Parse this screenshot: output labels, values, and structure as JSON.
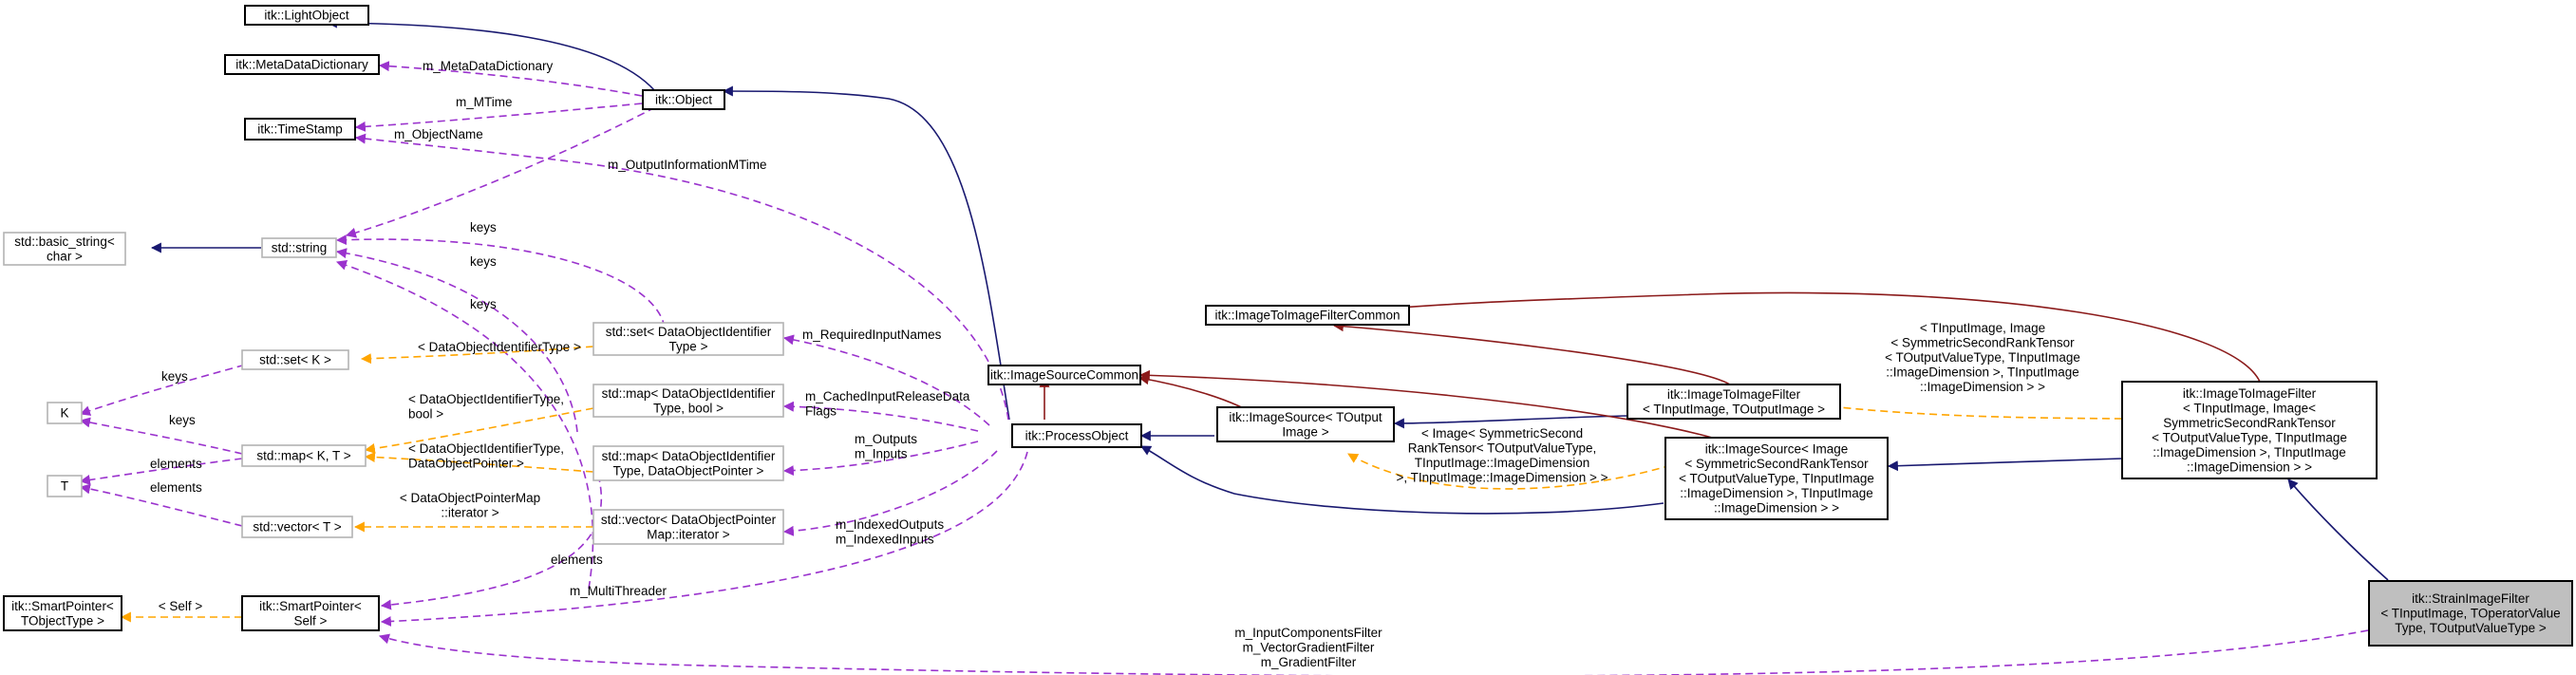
{
  "colors": {
    "public_inheritance": "#191970",
    "protected_inheritance": "#8b1a1a",
    "usage": "#9a32cd",
    "template_instance": "#ffa500",
    "highlight_fill": "#bfbfbf",
    "external_border": "#b3b3b3"
  },
  "nodes": {
    "light_object": {
      "lines": [
        "itk::LightObject"
      ]
    },
    "meta_data_dictionary": {
      "lines": [
        "itk::MetaDataDictionary"
      ]
    },
    "time_stamp": {
      "lines": [
        "itk::TimeStamp"
      ]
    },
    "object": {
      "lines": [
        "itk::Object"
      ]
    },
    "basic_string": {
      "lines": [
        "std::basic_string<",
        "char >"
      ]
    },
    "std_string": {
      "lines": [
        "std::string"
      ]
    },
    "k": {
      "lines": [
        "K"
      ]
    },
    "t": {
      "lines": [
        "T"
      ]
    },
    "std_set_k": {
      "lines": [
        "std::set< K >"
      ]
    },
    "std_map_kt": {
      "lines": [
        "std::map< K, T >"
      ]
    },
    "std_vector_t": {
      "lines": [
        "std::vector< T >"
      ]
    },
    "smart_pointer_tobjecttype": {
      "lines": [
        "itk::SmartPointer<",
        "TObjectType >"
      ]
    },
    "smart_pointer_self": {
      "lines": [
        "itk::SmartPointer<",
        "Self >"
      ]
    },
    "std_set_doid": {
      "lines": [
        "std::set< DataObjectIdentifier",
        "Type >"
      ]
    },
    "std_map_doid_bool": {
      "lines": [
        "std::map< DataObjectIdentifier",
        "Type, bool >"
      ]
    },
    "std_map_doid_dop": {
      "lines": [
        "std::map< DataObjectIdentifier",
        "Type, DataObjectPointer >"
      ]
    },
    "std_vector_dopmap": {
      "lines": [
        "std::vector< DataObjectPointer",
        "Map::iterator >"
      ]
    },
    "process_object": {
      "lines": [
        "itk::ProcessObject"
      ]
    },
    "image_source_common": {
      "lines": [
        "itk::ImageSourceCommon"
      ]
    },
    "image_source_toutput": {
      "lines": [
        "itk::ImageSource< TOutput",
        "Image >"
      ]
    },
    "image_to_image_filter_common": {
      "lines": [
        "itk::ImageToImageFilterCommon"
      ]
    },
    "image_to_image_filter_generic": {
      "lines": [
        "itk::ImageToImageFilter",
        "< TInputImage, TOutputImage >"
      ]
    },
    "image_source_srt": {
      "lines": [
        "itk::ImageSource< Image",
        "< SymmetricSecondRankTensor",
        "< TOutputValueType, TInputImage",
        "::ImageDimension >, TInputImage",
        "::ImageDimension > >"
      ]
    },
    "image_to_image_filter_srt": {
      "lines": [
        "itk::ImageToImageFilter",
        "< TInputImage, Image<",
        "SymmetricSecondRankTensor",
        "< TOutputValueType, TInputImage",
        "::ImageDimension >, TInputImage",
        "::ImageDimension > >"
      ]
    },
    "strain_image_filter": {
      "lines": [
        "itk::StrainImageFilter",
        "< TInputImage, TOperatorValue",
        "Type, TOutputValueType >"
      ]
    }
  },
  "edge_labels": {
    "m_metadatadictionary": [
      "m_MetaDataDictionary"
    ],
    "m_mtime": [
      "m_MTime"
    ],
    "m_objectname": [
      "m_ObjectName"
    ],
    "m_outputinformationmtime": [
      "m_OutputInformationMTime"
    ],
    "keys_set_string": [
      "keys"
    ],
    "keys_map_string": [
      "keys"
    ],
    "keys_vector_string": [
      "keys"
    ],
    "keys_set_k": [
      "keys"
    ],
    "keys_map_k": [
      "keys"
    ],
    "elements_map_t": [
      "elements"
    ],
    "elements_vector_t": [
      "elements"
    ],
    "elements_vector_smartpointer": [
      "elements"
    ],
    "tmpl_set": [
      "< DataObjectIdentifierType >"
    ],
    "tmpl_map_bool": [
      "< DataObjectIdentifierType,",
      "bool >"
    ],
    "tmpl_map_dop": [
      "< DataObjectIdentifierType,",
      "DataObjectPointer >"
    ],
    "tmpl_vector": [
      "< DataObjectPointerMap",
      "::iterator >"
    ],
    "tmpl_self": [
      "< Self >"
    ],
    "m_requiredinputnames": [
      "m_RequiredInputNames"
    ],
    "m_cachedinputreleasedataflags": [
      "m_CachedInputReleaseData",
      "Flags"
    ],
    "m_outputs_inputs": [
      "m_Outputs",
      "m_Inputs"
    ],
    "m_indexedoutputs_inputs": [
      "m_IndexedOutputs",
      "m_IndexedInputs"
    ],
    "m_multithreader": [
      "m_MultiThreader"
    ],
    "tmpl_image_source": [
      "< Image< SymmetricSecond",
      "RankTensor< TOutputValueType,",
      "TInputImage::ImageDimension",
      ">, TInputImage::ImageDimension > >"
    ],
    "tmpl_image_to_image": [
      "< TInputImage, Image",
      "< SymmetricSecondRankTensor",
      "< TOutputValueType, TInputImage",
      "::ImageDimension >, TInputImage",
      "::ImageDimension > >"
    ],
    "strain_members": [
      "m_InputComponentsFilter",
      "m_VectorGradientFilter",
      "m_GradientFilter"
    ]
  }
}
